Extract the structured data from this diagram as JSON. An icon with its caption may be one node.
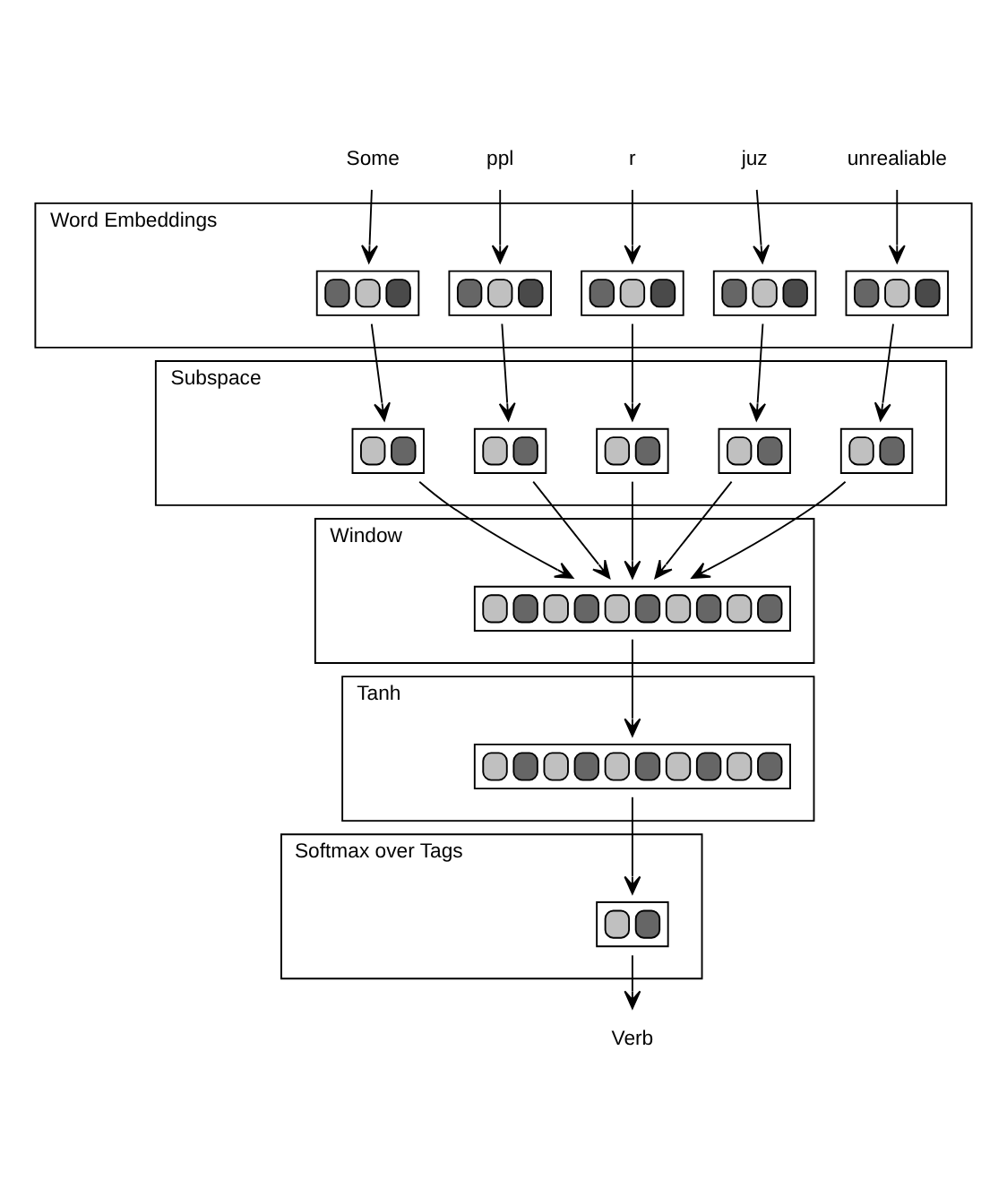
{
  "diagram": {
    "nodes": [
      {
        "text": [
          "Some"
        ]
      },
      {
        "text": [
          "ppl"
        ]
      },
      {
        "text": [
          "r"
        ]
      },
      {
        "text": [
          "juz"
        ]
      },
      {
        "text": [
          "unrealiable"
        ]
      },
      {
        "text": [
          "Word Embeddings"
        ]
      },
      {
        "text": [],
        "shape": "bar",
        "in": 5
      },
      {
        "text": [],
        "shape": "bar",
        "in": 5
      },
      {
        "text": [],
        "shape": "bar",
        "in": 5
      },
      {
        "text": [],
        "shape": "bar",
        "in": 5
      },
      {
        "text": [],
        "shape": "bar",
        "in": 5
      },
      {
        "text": [
          "Subspace"
        ]
      },
      {
        "text": [],
        "shape": "bar",
        "in": 11
      },
      {
        "text": [],
        "shape": "bar",
        "in": 11
      },
      {
        "text": [],
        "shape": "bar",
        "in": 11
      },
      {
        "text": [],
        "shape": "bar",
        "in": 11
      },
      {
        "text": [],
        "shape": "bar",
        "in": 11
      },
      {
        "text": [
          "Window"
        ]
      },
      {
        "text": [],
        "shape": "bar",
        "in": 17
      },
      {
        "text": [
          "Tanh"
        ]
      },
      {
        "text": [],
        "shape": "bar",
        "in": 19
      },
      {
        "text": [
          "Softmax over Tags"
        ]
      },
      {
        "text": [],
        "shape": "bar",
        "in": 21
      },
      {
        "text": [
          "Verb"
        ]
      }
    ],
    "edges": [
      {
        "from": 0,
        "to": 6,
        "arrow": "to"
      },
      {
        "from": 1,
        "to": 7,
        "arrow": "to"
      },
      {
        "from": 2,
        "to": 8,
        "arrow": "to"
      },
      {
        "from": 3,
        "to": 9,
        "arrow": "to"
      },
      {
        "from": 4,
        "to": 10,
        "arrow": "to"
      },
      {
        "from": 6,
        "to": 12,
        "arrow": "to"
      },
      {
        "from": 7,
        "to": 13,
        "arrow": "to"
      },
      {
        "from": 8,
        "to": 14,
        "arrow": "to"
      },
      {
        "from": 9,
        "to": 15,
        "arrow": "to"
      },
      {
        "from": 10,
        "to": 16,
        "arrow": "to"
      },
      {
        "from": 12,
        "to": 18,
        "arrow": "to"
      },
      {
        "from": 13,
        "to": 18,
        "arrow": "to"
      },
      {
        "from": 14,
        "to": 18,
        "arrow": "to"
      },
      {
        "from": 15,
        "to": 18,
        "arrow": "to"
      },
      {
        "from": 16,
        "to": 18,
        "arrow": "to"
      },
      {
        "from": 18,
        "to": 20,
        "arrow": "to"
      },
      {
        "from": 20,
        "to": 22,
        "arrow": "to"
      },
      {
        "from": 22,
        "to": 23,
        "arrow": "to"
      }
    ]
  }
}
